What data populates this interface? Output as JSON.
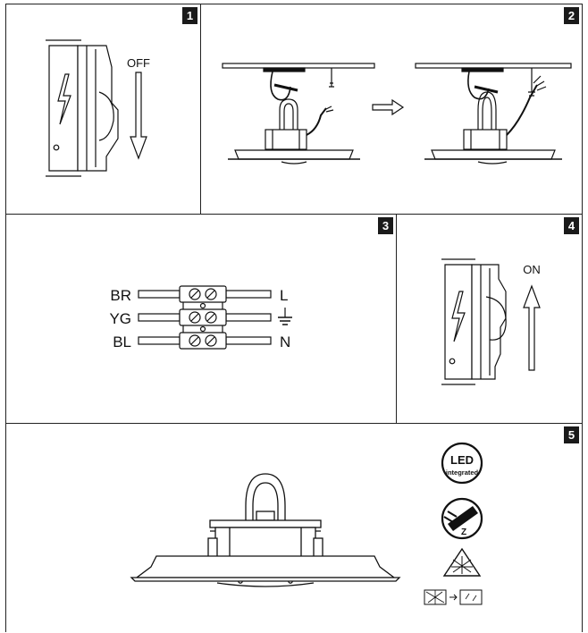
{
  "panels": [
    {
      "number": "1",
      "text": "OFF"
    },
    {
      "number": "2"
    },
    {
      "number": "3",
      "wires": [
        {
          "left": "BR",
          "right": "L"
        },
        {
          "left": "YG",
          "right": ""
        },
        {
          "left": "BL",
          "right": "N"
        }
      ]
    },
    {
      "number": "4",
      "text": "ON"
    },
    {
      "number": "5",
      "icons": {
        "led_line1": "LED",
        "led_line2": "integrated",
        "driver_letter": "Z"
      }
    }
  ]
}
